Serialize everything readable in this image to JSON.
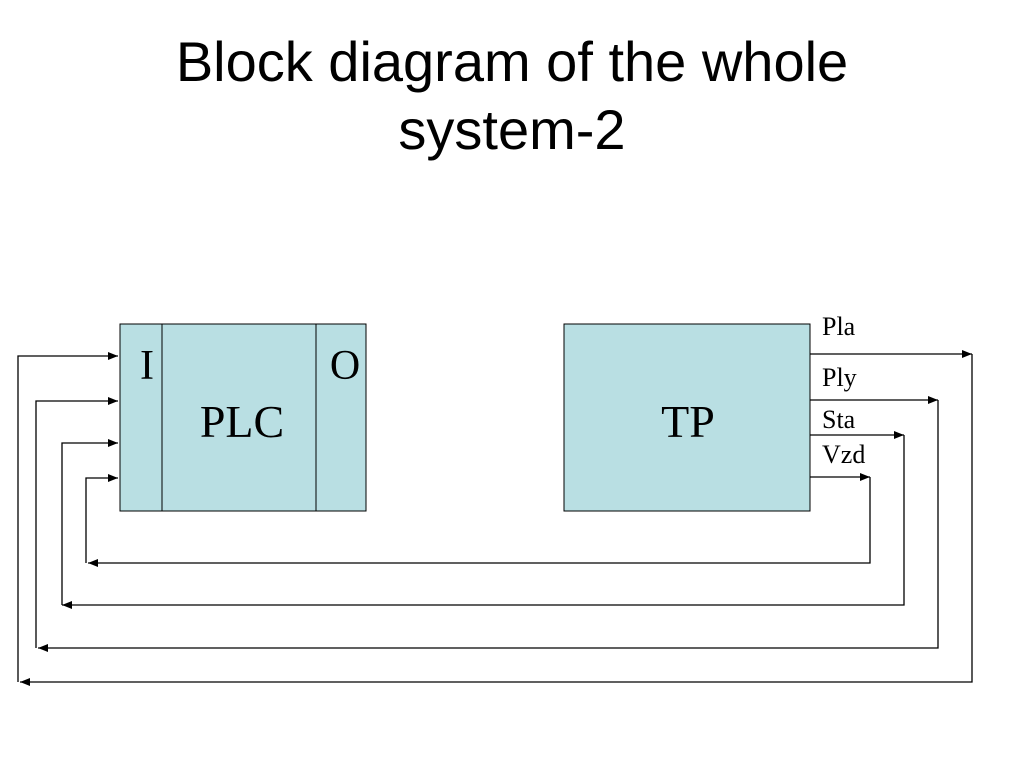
{
  "title": {
    "line1": "Block diagram of the whole",
    "line2": "system-2"
  },
  "colors": {
    "block_fill": "#b9dfe3",
    "stroke": "#000000"
  },
  "plc": {
    "label": "PLC",
    "input_label": "I",
    "output_label": "O"
  },
  "tp": {
    "label": "TP"
  },
  "signals": [
    {
      "label": "Pla"
    },
    {
      "label": "Ply"
    },
    {
      "label": "Sta"
    },
    {
      "label": "Vzd"
    }
  ]
}
